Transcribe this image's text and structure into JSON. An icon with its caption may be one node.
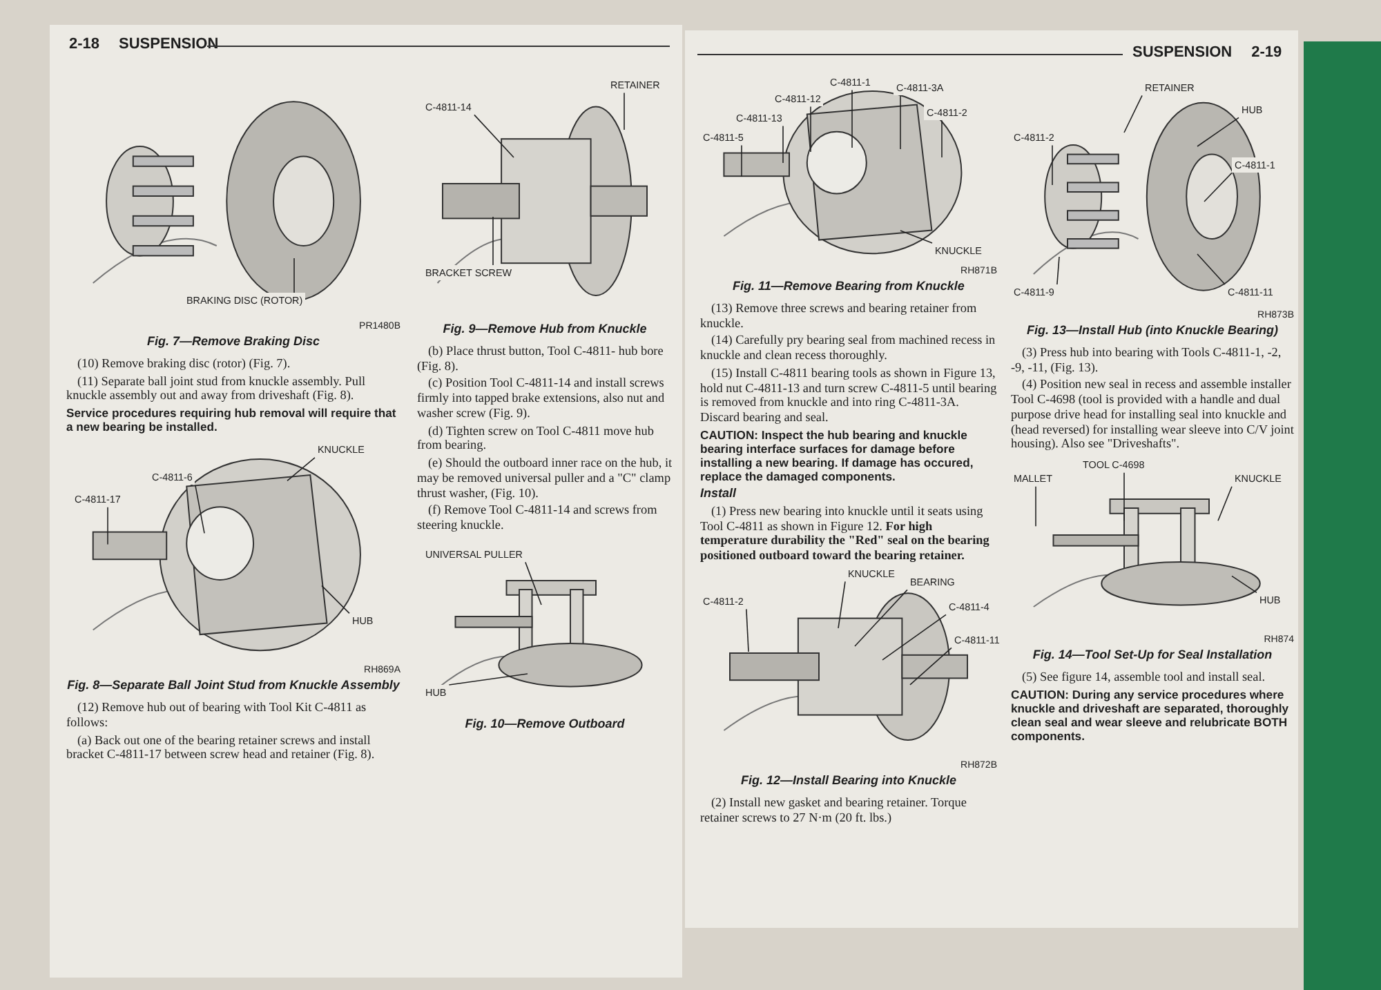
{
  "diagram": {
    "nodes": [
      {
        "text": [
          "BRAKING DISC (ROTOR)"
        ]
      },
      {
        "text": [
          "KNUCKLE"
        ]
      },
      {
        "text": [
          "C-4811-6"
        ]
      },
      {
        "text": [
          "C-4811-17"
        ]
      },
      {
        "text": [
          "HUB"
        ]
      },
      {
        "text": [
          "C-4811-14"
        ]
      },
      {
        "text": [
          "BRACKET SCREW"
        ]
      },
      {
        "text": [
          "RETAINER"
        ]
      },
      {
        "text": [
          "UNIVERSAL PULLER"
        ]
      },
      {
        "text": [
          "HUB"
        ]
      },
      {
        "text": [
          "C-4811-1"
        ]
      },
      {
        "text": [
          "C-4811-12"
        ]
      },
      {
        "text": [
          "C-4811-13"
        ]
      },
      {
        "text": [
          "C-4811-5"
        ]
      },
      {
        "text": [
          "C-4811-3A"
        ]
      },
      {
        "text": [
          "C-4811-2"
        ]
      },
      {
        "text": [
          "KNUCKLE"
        ]
      },
      {
        "text": [
          "C-4811-2"
        ]
      },
      {
        "text": [
          "KNUCKLE"
        ]
      },
      {
        "text": [
          "BEARING"
        ]
      },
      {
        "text": [
          "C-4811-4"
        ]
      },
      {
        "text": [
          "C-4811-11"
        ]
      },
      {
        "text": [
          "RETAINER"
        ]
      },
      {
        "text": [
          "HUB"
        ]
      },
      {
        "text": [
          "C-4811-2"
        ]
      },
      {
        "text": [
          "C-4811-1"
        ]
      },
      {
        "text": [
          "C-4811-9"
        ]
      },
      {
        "text": [
          "C-4811-11"
        ]
      },
      {
        "text": [
          "MALLET"
        ]
      },
      {
        "text": [
          "TOOL C-4698"
        ]
      },
      {
        "text": [
          "KNUCKLE"
        ]
      },
      {
        "text": [
          "HUB"
        ]
      },
      {
        "text": [],
        "shape": "picture"
      },
      {
        "text": [],
        "shape": "picture"
      },
      {
        "text": [],
        "shape": "picture"
      },
      {
        "text": [],
        "shape": "picture"
      },
      {
        "text": [],
        "shape": "picture"
      },
      {
        "text": [],
        "shape": "picture"
      },
      {
        "text": [],
        "shape": "picture"
      },
      {
        "text": [],
        "shape": "picture"
      }
    ],
    "edges": [
      {
        "from": 0,
        "to": 32,
        "arrow": "none"
      },
      {
        "from": 1,
        "to": 33,
        "arrow": "none"
      },
      {
        "from": 2,
        "to": 33,
        "arrow": "none"
      },
      {
        "from": 3,
        "to": 33,
        "arrow": "none"
      },
      {
        "from": 4,
        "to": 33,
        "arrow": "none"
      },
      {
        "from": 5,
        "to": 34,
        "arrow": "none"
      },
      {
        "from": 6,
        "to": 34,
        "arrow": "none"
      },
      {
        "from": 7,
        "to": 34,
        "arrow": "none"
      },
      {
        "from": 8,
        "to": 35,
        "arrow": "none"
      },
      {
        "from": 9,
        "to": 35,
        "arrow": "none"
      },
      {
        "from": 10,
        "to": 36,
        "arrow": "none"
      },
      {
        "from": 11,
        "to": 36,
        "arrow": "none"
      },
      {
        "from": 12,
        "to": 36,
        "arrow": "none"
      },
      {
        "from": 13,
        "to": 36,
        "arrow": "none"
      },
      {
        "from": 14,
        "to": 36,
        "arrow": "none"
      },
      {
        "from": 15,
        "to": 36,
        "arrow": "none"
      },
      {
        "from": 16,
        "to": 36,
        "arrow": "none"
      },
      {
        "from": 17,
        "to": 37,
        "arrow": "none"
      },
      {
        "from": 18,
        "to": 37,
        "arrow": "none"
      },
      {
        "from": 19,
        "to": 37,
        "arrow": "none"
      },
      {
        "from": 20,
        "to": 37,
        "arrow": "none"
      },
      {
        "from": 21,
        "to": 37,
        "arrow": "none"
      },
      {
        "from": 22,
        "to": 38,
        "arrow": "none"
      },
      {
        "from": 23,
        "to": 38,
        "arrow": "none"
      },
      {
        "from": 24,
        "to": 38,
        "arrow": "none"
      },
      {
        "from": 25,
        "to": 38,
        "arrow": "none"
      },
      {
        "from": 26,
        "to": 38,
        "arrow": "none"
      },
      {
        "from": 27,
        "to": 38,
        "arrow": "none"
      },
      {
        "from": 28,
        "to": 39,
        "arrow": "none"
      },
      {
        "from": 29,
        "to": 39,
        "arrow": "none"
      },
      {
        "from": 30,
        "to": 39,
        "arrow": "none"
      },
      {
        "from": 31,
        "to": 39,
        "arrow": "none"
      }
    ],
    "labels": [
      "2-18",
      "SUSPENSION",
      "PR1480B",
      "Fig. 7—Remove Braking Disc",
      "(10) Remove braking disc (rotor) (Fig. 7).",
      "(11) Separate ball joint stud from knuckle assembly. Pull knuckle assembly out and away from driveshaft (Fig. 8).",
      "Service procedures requiring hub removal will require that a new bearing be installed.",
      "RH869A",
      "Fig. 8—Separate Ball Joint Stud from Knuckle Assembly",
      "(12) Remove hub out of bearing with Tool Kit C-4811 as follows:",
      "(a) Back out one of the bearing retainer screws and install bracket C-4811-17 between screw head and retainer (Fig. 8).",
      "Fig. 9—Remove Hub from Knuckle",
      "(b) Place thrust button, Tool C-4811- hub bore (Fig. 8).",
      "(c) Position Tool C-4811-14 and install screws firmly into tapped brake extensions, also nut and washer screw (Fig. 9).",
      "(d) Tighten screw on Tool C-4811 move hub from bearing.",
      "(e) Should the outboard inner race on the hub, it may be removed universal puller and a \"C\" clamp thrust washer, (Fig. 10).",
      "(f) Remove Tool C-4811-14 and screws from steering knuckle.",
      "Fig. 10—Remove Outboard",
      "SUSPENSION",
      "2-19",
      "RH871B",
      "Fig. 11—Remove Bearing from Knuckle",
      "(13) Remove three screws and bearing retainer from knuckle.",
      "(14) Carefully pry bearing seal from machined recess in knuckle and clean recess thoroughly.",
      "(15) Install C-4811 bearing tools as shown in Figure 13, hold nut C-4811-13 and turn screw C-4811-5 until bearing is removed from knuckle and into ring C-4811-3A. Discard bearing and seal.",
      "CAUTION: Inspect the hub bearing and knuckle bearing interface surfaces for damage before installing a new bearing. If damage has occured, replace the damaged components.",
      "Install",
      "(1) Press new bearing into knuckle until it seats using Tool C-4811 as shown in Figure 12. **For high temperature durability the \"Red\" seal on the bearing positioned outboard toward the bearing retainer.**",
      "RH872B",
      "Fig. 12—Install Bearing into Knuckle",
      "(2) Install new gasket and bearing retainer. Torque retainer screws to 27 N·m (20 ft. lbs.)",
      "RH873B",
      "Fig. 13—Install Hub (into Knuckle Bearing)",
      "(3) Press hub into bearing with Tools C-4811-1, -2, -9, -11, (Fig. 13).",
      "(4) Position new seal in recess and assemble installer Tool C-4698 (tool is provided with a handle and dual purpose drive head for installing seal into knuckle and (head reversed) for installing wear sleeve into C/V joint housing). Also see \"Driveshafts\".",
      "RH874",
      "Fig. 14—Tool Set-Up for Seal Installation",
      "(5) See figure 14, assemble tool and install seal.",
      "CAUTION: During any service procedures where knuckle and driveshaft are separated, thoroughly clean seal and wear sleeve and relubricate BOTH components."
    ]
  }
}
